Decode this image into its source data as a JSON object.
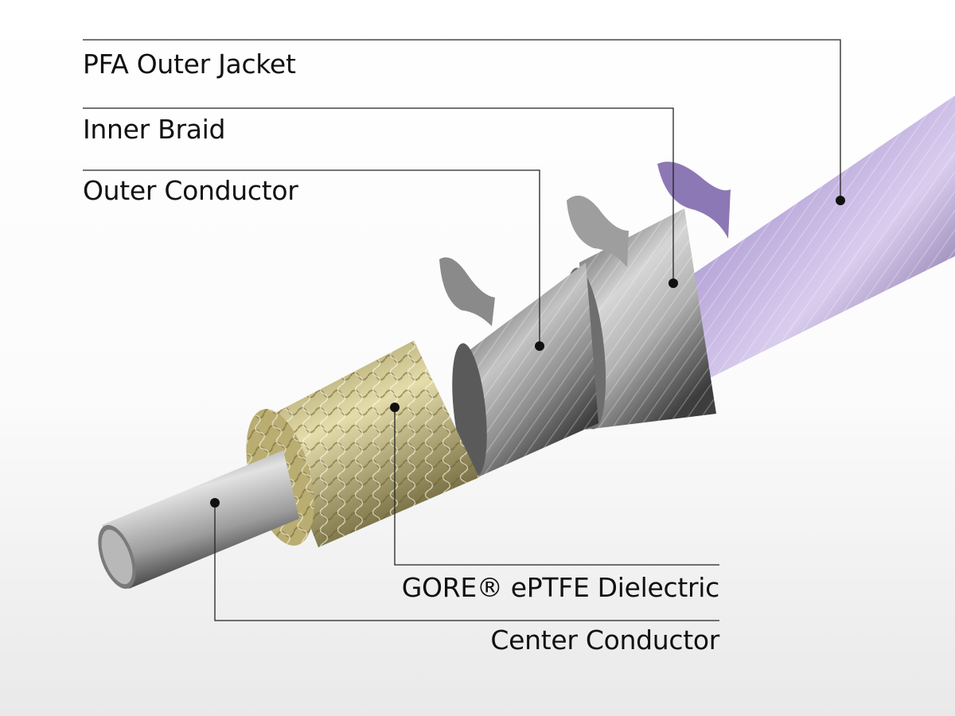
{
  "labels": {
    "pfa_outer_jacket": "PFA Outer Jacket",
    "inner_braid": "Inner Braid",
    "outer_conductor": "Outer Conductor",
    "dielectric": "GORE® ePTFE Dielectric",
    "center_conductor": "Center Conductor"
  },
  "colors": {
    "jacket": "#a38fc6",
    "braid": "#9a9a9a",
    "outer_conductor": "#8e8e8e",
    "dielectric": "#c9bf87",
    "center_conductor": "#a7a7a7",
    "leader_line": "#222222"
  }
}
